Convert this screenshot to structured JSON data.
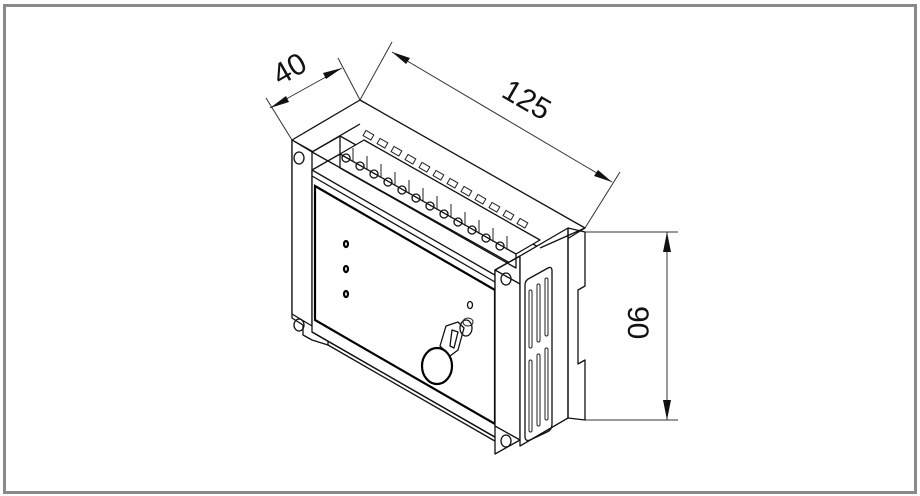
{
  "drawing": {
    "type": "isometric-technical-drawing",
    "subject": "DIN-rail mounted enclosure with terminal blocks",
    "border_color": "#8a8a8a",
    "line_color": "#111111",
    "background": "#ffffff"
  },
  "dimensions": {
    "depth": {
      "value": "40",
      "label": "40"
    },
    "length": {
      "value": "125",
      "label": "125"
    },
    "height": {
      "value": "90",
      "label": "90"
    }
  },
  "features": {
    "terminal_count": 12,
    "front_indicator_dots": 3,
    "side_vent_slots": 6,
    "mounting_holes": 4,
    "has_key_lock": true
  }
}
